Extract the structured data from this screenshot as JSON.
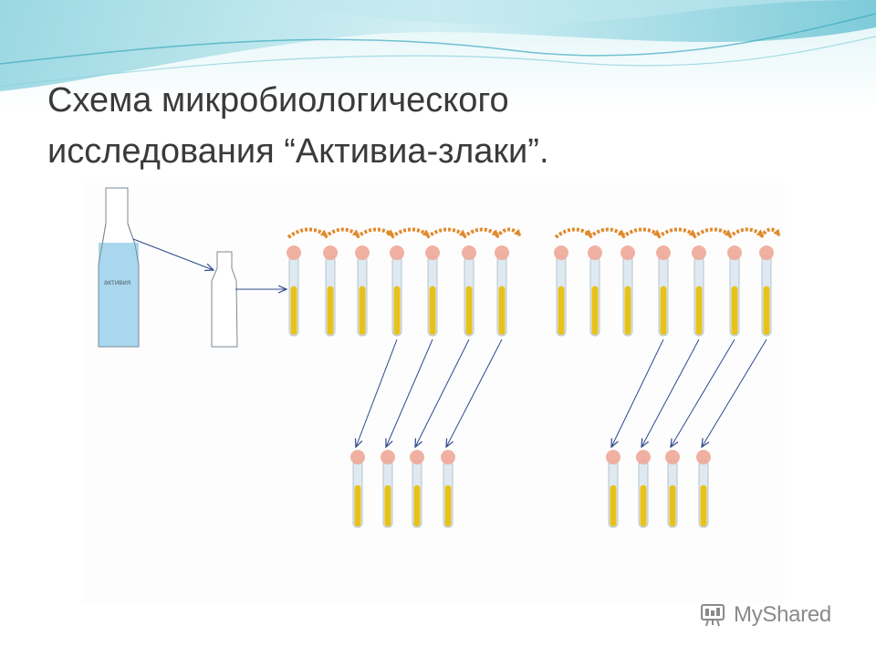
{
  "slide": {
    "title_line1": "Схема микробиологического",
    "title_line2": "исследования “Активиа-злаки”.",
    "bottle_label": "активия",
    "watermark": "MyShared",
    "colors": {
      "wave_light": "#cfeef3",
      "wave_mid": "#8fd3de",
      "wave_dark": "#3aa9bf",
      "title_text": "#3a3a3a",
      "bottle_liquid": "#a9d8ee",
      "medium_yellow": "#e8c21a",
      "tube_glass": "#dfe9f1",
      "stopper": "#f0a898",
      "transfer_arrow": "#e08a2c",
      "inoculation_line": "#2c4a8c"
    }
  }
}
